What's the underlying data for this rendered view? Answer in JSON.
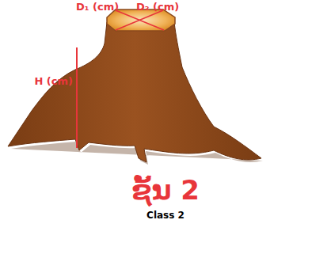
{
  "diagram": {
    "labels": [
      "D₁ (cm)",
      "D₂ (cm)",
      "H (cm)",
      "ຊັ້ນ 2",
      "Class 2"
    ]
  }
}
